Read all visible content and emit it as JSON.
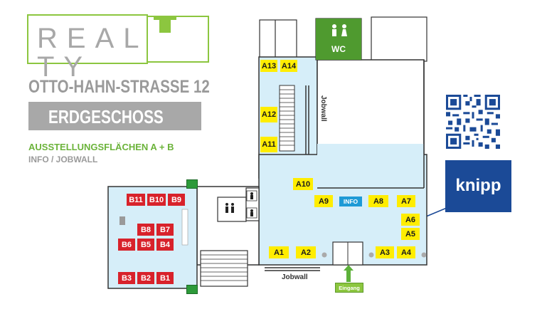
{
  "logo": {
    "text": "REAL TY"
  },
  "header": {
    "street": "OTTO-HAHN-STRASSE 12",
    "floor": "ERDGESCHOSS",
    "subtitle_1": "AUSSTELLUNGSFLÄCHEN A + B",
    "subtitle_2": "INFO / JOBWALL"
  },
  "sponsor": {
    "name": "knipp",
    "color": "#1b4a97"
  },
  "qr_code": {
    "icon": "qr-code-icon"
  },
  "map": {
    "booths_a": [
      "A1",
      "A2",
      "A3",
      "A4",
      "A5",
      "A6",
      "A7",
      "A8",
      "A9",
      "A10",
      "A11",
      "A12",
      "A13",
      "A14"
    ],
    "booths_b": [
      "B1",
      "B2",
      "B3",
      "B4",
      "B5",
      "B6",
      "B7",
      "B8",
      "B9",
      "B10",
      "B11"
    ],
    "info_label": "INFO",
    "wc_label": "WC",
    "jobwall_label_1": "Jobwall",
    "jobwall_label_2": "Jobwall",
    "entrance_label": "Eingang",
    "colors": {
      "booth_a": "#ffed00",
      "booth_b": "#d8222b",
      "floor": "#d6eef9",
      "wc": "#4f9a2f",
      "info": "#1e9ad6",
      "accent": "#8cc63f"
    }
  }
}
